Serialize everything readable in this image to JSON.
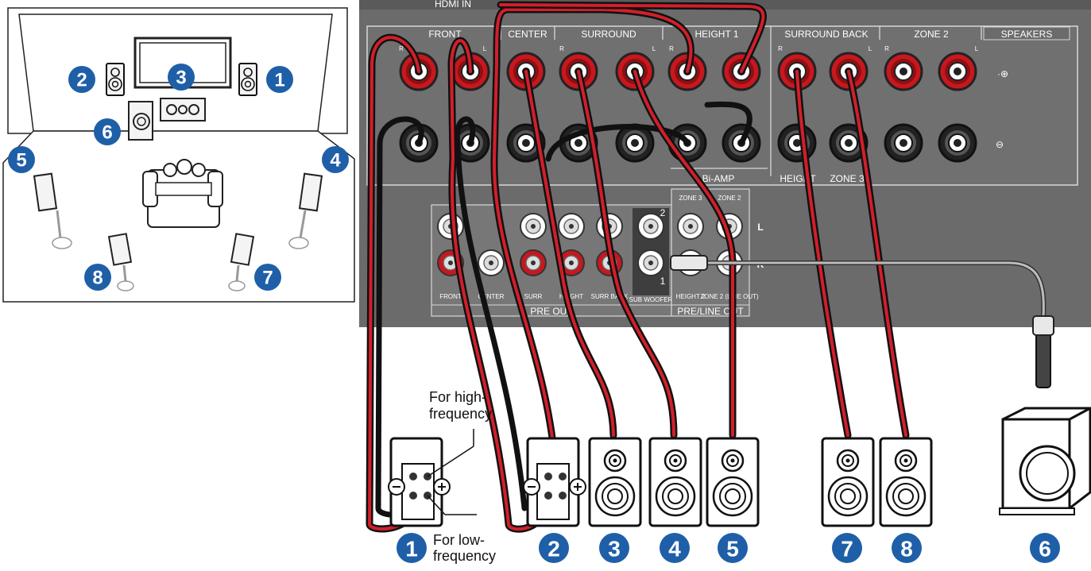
{
  "colors": {
    "badge": "#1f5fa8",
    "panel": "#6b6b6b",
    "panel_dark": "#4a4a4a",
    "terminal_red": "#c8171e",
    "cable_red": "#d21f2a",
    "cable_black": "#111111"
  },
  "room": {
    "badges": [
      "1",
      "2",
      "3",
      "4",
      "5",
      "6",
      "7",
      "8"
    ]
  },
  "panel": {
    "top_partial_label": "HDMI IN",
    "speakers_title": "SPEAKERS",
    "groups": [
      "FRONT",
      "CENTER",
      "SURROUND",
      "HEIGHT 1",
      "SURROUND BACK",
      "ZONE 2"
    ],
    "channel_r": "R",
    "channel_l": "L",
    "plus_symbol": "·⊕",
    "minus_symbol": "⊖",
    "sub_labels": [
      "Bi-AMP",
      "HEIGHT",
      "ZONE 3"
    ],
    "preout": {
      "labels": [
        "FRONT",
        "CENTER",
        "SURR",
        "HEIGHT",
        "SURR BACK",
        "SUB WOOFER"
      ],
      "title": "PRE OUT",
      "sub_numbers": [
        "2",
        "1"
      ]
    },
    "preline": {
      "top_labels": [
        "ZONE 3",
        "ZONE 2"
      ],
      "side_labels": [
        "L",
        "R"
      ],
      "bottom_labels": [
        "HEIGHT 2",
        "ZONE 2 (LINE OUT)"
      ],
      "title": "PRE/LINE OUT"
    }
  },
  "annotations": {
    "high_line1": "For high-",
    "high_line2": "frequency",
    "low_line1": "For low-",
    "low_line2": "frequency"
  },
  "bottom_badges": [
    "1",
    "2",
    "3",
    "4",
    "5",
    "7",
    "8",
    "6"
  ]
}
